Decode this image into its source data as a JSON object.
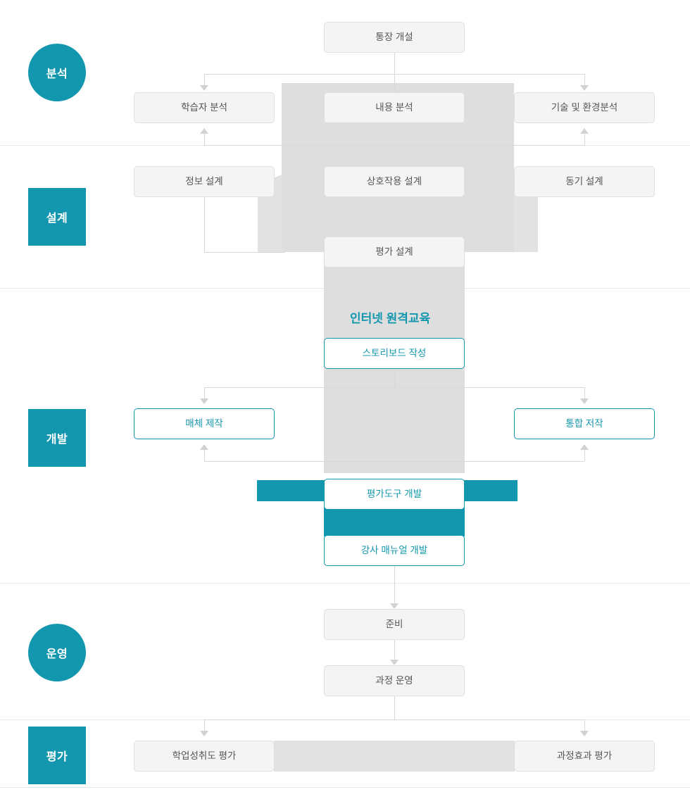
{
  "diagram": {
    "title_label": "인터넷 원격교육",
    "accent_color": "#1397ae",
    "box_grey_bg": "#f4f4f4",
    "connector_color": "#d8d8d8",
    "stages": [
      {
        "key": "analysis",
        "label": "분석",
        "shape": "circle"
      },
      {
        "key": "design",
        "label": "설계",
        "shape": "square"
      },
      {
        "key": "development",
        "label": "개발",
        "shape": "square"
      },
      {
        "key": "operation",
        "label": "운영",
        "shape": "circle"
      },
      {
        "key": "evaluation",
        "label": "평가",
        "shape": "square"
      }
    ],
    "nodes": {
      "account_open": "통장 개설",
      "learner_analysis": "학습자 분석",
      "content_analysis": "내용 분석",
      "tech_env_analysis": "기술 및 환경분석",
      "info_design": "정보 설계",
      "interaction_design": "상호작용 설계",
      "motivation_design": "동기 설계",
      "evaluation_design": "평가 설계",
      "storyboard": "스토리보드 작성",
      "media_production": "매체 제작",
      "integrated_author": "통합 저작",
      "eval_tool_dev": "평가도구 개발",
      "instructor_manual": "강사 매뉴얼 개발",
      "preparation": "준비",
      "course_operation": "과정 운영",
      "achievement_eval": "학업성취도 평가",
      "course_effect_eval": "과정효과 평가"
    }
  }
}
